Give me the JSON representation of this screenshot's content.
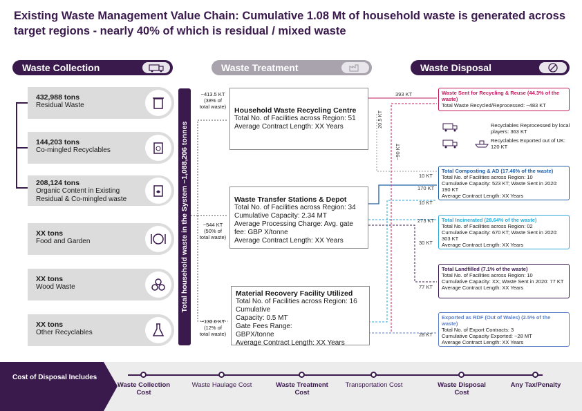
{
  "title": "Existing Waste Management Value Chain: Cumulative 1.08 Mt of household waste is generated across target regions - nearly 40% of which is residual / mixed waste",
  "headers": {
    "collection": "Waste Collection",
    "treatment": "Waste Treatment",
    "disposal": "Waste Disposal"
  },
  "vertical_label": "Total household waste in the System ~1,088,206 tonnes",
  "cards": [
    {
      "amount": "432,988 tons",
      "label": "Residual Waste"
    },
    {
      "amount": "144,203 tons",
      "label": "Co-mingled Recyclables"
    },
    {
      "amount": "208,124 tons",
      "label": "Organic Content in Existing Residual & Co-mingled waste"
    },
    {
      "amount": "XX tons",
      "label": "Food and Garden"
    },
    {
      "amount": "XX tons",
      "label": "Wood Waste"
    },
    {
      "amount": "XX tons",
      "label": "Other Recyclables"
    }
  ],
  "flows_in": [
    {
      "label": "~413.5 KT (38% of total waste)"
    },
    {
      "label": "~544 KT (50% of total waste)"
    },
    {
      "label": "~130.6 KT (12% of total waste)"
    }
  ],
  "treatment": [
    {
      "title": "Household Waste Recycling Centre",
      "lines": [
        "Total No. of Facilities across Region: 51",
        "Average Contract Length: XX Years"
      ]
    },
    {
      "title": "Waste Transfer Stations & Depot",
      "lines": [
        "Total No. of Facilities across Region: 34",
        "Cumulative Capacity: 2.34 MT",
        "Average Processing Charge: Avg. gate fee: GBP X/tonne",
        "Average Contract Length: XX Years"
      ]
    },
    {
      "title": "Material Recovery Facility Utilized",
      "lines": [
        "Total No. of Facilities across Region: 16",
        "Cumulative Capacity: 0.5 MT",
        "Gate Fees Range: GBPX/tonne",
        "Average Contract Length: XX Years"
      ]
    }
  ],
  "kt_labels": {
    "k393": "393 KT",
    "k205": "20.5 KT",
    "k90": "~90 KT",
    "k10a": "10 KT",
    "k170": "170 KT",
    "k10b": "10 KT",
    "k273": "273 KT",
    "k30": "30 KT",
    "k77": "77 KT",
    "k28": "28 KT"
  },
  "disposal": [
    {
      "title": "Waste Sent for Recycling & Reuse (44.3% of the waste)",
      "lines": [
        "Total Waste Recycled/Reprocessed: ~483 KT"
      ],
      "color": "#c2185b"
    },
    {
      "title": "Total Composting & AD (17.46% of the waste)",
      "lines": [
        "Total No. of Facilities across Region: 10",
        "Cumulative Capacity: 523 KT; Waste Sent in 2020: 190 KT",
        "Average Contract Length: XX Years"
      ],
      "color": "#1e5fa8"
    },
    {
      "title": "Total Incinerated (28.64% of the waste)",
      "lines": [
        "Total No. of Facilities across Region: 02",
        "Cumulative Capacity: 670 KT; Waste Sent in 2020: 303 KT",
        "Average Contract Length: XX Years"
      ],
      "color": "#29a8d8"
    },
    {
      "title": "Total Landfilled (7.1% of the waste)",
      "lines": [
        "Total No. of Facilities across Region: 10",
        "Cumulative Capacity: XX; Waste Sent in 2020: 77 KT",
        "Average Contract Length: XX Years"
      ],
      "color": "#3a1a4d"
    },
    {
      "title": "Exported as RDF (Out of Wales) (2.5% of the waste)",
      "lines": [
        "Total No. of Export Contracts: 3",
        "Cumulative Capacity Exported: ~28 MT",
        "Average Contract Length: XX Years"
      ],
      "color": "#5b7fc7"
    }
  ],
  "recycle_notes": [
    "Recyclables Reprocessed by local players: 363 KT",
    "Recyclables Exported out of UK: 120 KT"
  ],
  "footer": {
    "label": "Cost of Disposal Includes",
    "items": [
      "Waste Collection Cost",
      "Waste Haulage Cost",
      "Waste Treatment Cost",
      "Transportation Cost",
      "Waste Disposal Cost",
      "Any Tax/Penalty"
    ]
  }
}
